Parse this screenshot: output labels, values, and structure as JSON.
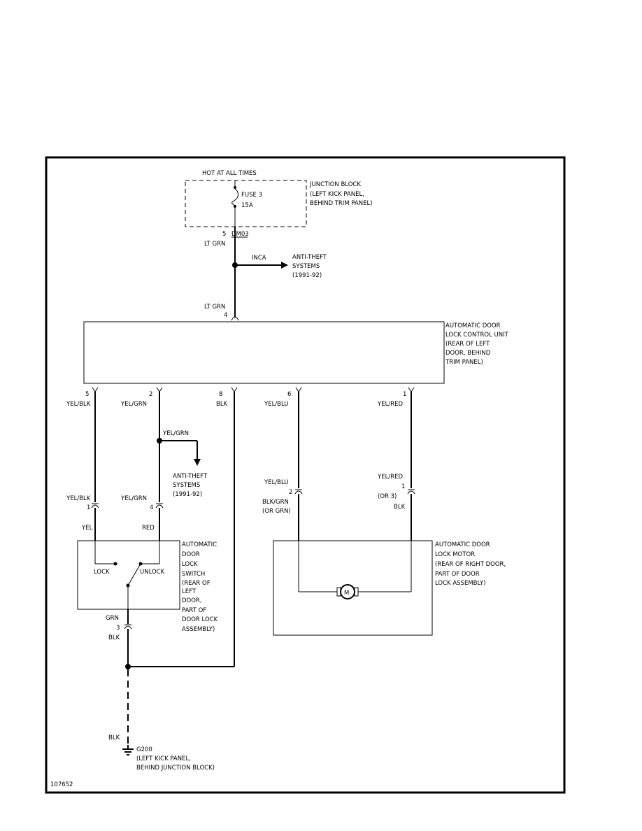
{
  "labels": {
    "hot": "HOT AT ALL TIMES",
    "jb_title": "JUNCTION BLOCK",
    "jb_loc1": "(LEFT KICK PANEL,",
    "jb_loc2": "BEHIND TRIM PANEL)",
    "fuse_name": "FUSE 3",
    "fuse_rating": "15A",
    "jb_pin": "5",
    "jb_conn": "DM03",
    "wire_ltgrn_top": "LT GRN",
    "inca": "INCA",
    "at1_l1": "ANTI-THEFT",
    "at1_l2": "SYSTEMS",
    "at1_l3": "(1991-92)",
    "wire_ltgrn_2": "LT GRN",
    "cu_pin4": "4",
    "cu_l1": "AUTOMATIC DOOR",
    "cu_l2": "LOCK CONTROL UNIT",
    "cu_l3": "(REAR OF LEFT",
    "cu_l4": "DOOR, BEHIND",
    "cu_l5": "TRIM PANEL)",
    "p5": "5",
    "p2": "2",
    "p8": "8",
    "p6": "6",
    "p1": "1",
    "w_yelblk": "YEL/BLK",
    "w_yelgrn": "YEL/GRN",
    "w_blk8": "BLK",
    "w_yelblu": "YEL/BLU",
    "w_yelred": "YEL/RED",
    "splice_yelgrn": "YEL/GRN",
    "at2_l1": "ANTI-THEFT",
    "at2_l2": "SYSTEMS",
    "at2_l3": "(1991-92)",
    "w_yelblk_b": "YEL/BLK",
    "c_pin1": "1",
    "w_yelgrn_b": "YEL/GRN",
    "c_pin4": "4",
    "w_yel": "YEL",
    "w_red": "RED",
    "w_yelblu_b": "YEL/BLU",
    "c_pin2": "2",
    "w_blkgrn": "BLK/GRN",
    "w_orgrn": "(OR GRN)",
    "w_yelred_b": "YEL/RED",
    "c_pin1b": "1",
    "w_or3": "(OR 3)",
    "w_blk_m": "BLK",
    "sw_l1": "AUTOMATIC",
    "sw_l2": "DOOR",
    "sw_l3": "LOCK",
    "sw_l4": "SWITCH",
    "sw_l5": "(REAR OF",
    "sw_l6": "LEFT",
    "sw_l7": "DOOR,",
    "sw_l8": "PART OF",
    "sw_l9": "DOOR LOCK",
    "sw_l10": "ASSEMBLY)",
    "lock": "LOCK",
    "unlock": "UNLOCK",
    "motor_l1": "AUTOMATIC DOOR",
    "motor_l2": "LOCK MOTOR",
    "motor_l3": "(REAR OF RIGHT DOOR,",
    "motor_l4": "PART OF DOOR",
    "motor_l5": "LOCK ASSEMBLY)",
    "motor_symbol": "M",
    "w_grn": "GRN",
    "c_pin3": "3",
    "w_blk_sw": "BLK",
    "w_blk_g": "BLK",
    "g_name": "G200",
    "g_l1": "(LEFT KICK PANEL,",
    "g_l2": "BEHIND JUNCTION BLOCK)",
    "fig_id": "107652"
  }
}
